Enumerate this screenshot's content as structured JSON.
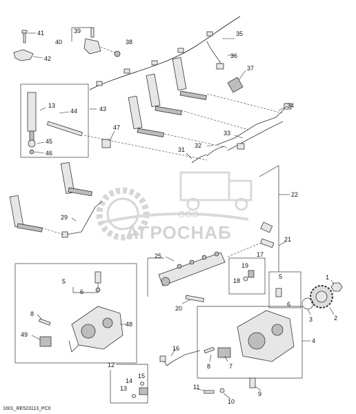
{
  "caption": "1601_RE523113_PC0",
  "watermark": {
    "company": "ООО",
    "brand": "АГРОСНАБ"
  },
  "callouts": [
    {
      "id": "c41",
      "text": "41"
    },
    {
      "id": "c42",
      "text": "42"
    },
    {
      "id": "c39",
      "text": "39"
    },
    {
      "id": "c40",
      "text": "40"
    },
    {
      "id": "c38",
      "text": "38"
    },
    {
      "id": "c35",
      "text": "35"
    },
    {
      "id": "c36",
      "text": "36"
    },
    {
      "id": "c37",
      "text": "37"
    },
    {
      "id": "c13",
      "text": "13"
    },
    {
      "id": "c44",
      "text": "44"
    },
    {
      "id": "c43",
      "text": "43"
    },
    {
      "id": "c45",
      "text": "45"
    },
    {
      "id": "c46",
      "text": "46"
    },
    {
      "id": "c47",
      "text": "47"
    },
    {
      "id": "c34",
      "text": "34"
    },
    {
      "id": "c33",
      "text": "33"
    },
    {
      "id": "c32",
      "text": "32"
    },
    {
      "id": "c31",
      "text": "31"
    },
    {
      "id": "c22",
      "text": "22"
    },
    {
      "id": "c29",
      "text": "29"
    },
    {
      "id": "c21",
      "text": "21"
    },
    {
      "id": "c25",
      "text": "25"
    },
    {
      "id": "c19",
      "text": "19"
    },
    {
      "id": "c17",
      "text": "17"
    },
    {
      "id": "c18",
      "text": "18"
    },
    {
      "id": "c20",
      "text": "20"
    },
    {
      "id": "c1",
      "text": "1"
    },
    {
      "id": "c2",
      "text": "2"
    },
    {
      "id": "c3",
      "text": "3"
    },
    {
      "id": "c4",
      "text": "4"
    },
    {
      "id": "c5a",
      "text": "5"
    },
    {
      "id": "c6a",
      "text": "6"
    },
    {
      "id": "c5b",
      "text": "5"
    },
    {
      "id": "c6b",
      "text": "6"
    },
    {
      "id": "c8a",
      "text": "8"
    },
    {
      "id": "c48",
      "text": "48"
    },
    {
      "id": "c49",
      "text": "49"
    },
    {
      "id": "c16",
      "text": "16"
    },
    {
      "id": "c8b",
      "text": "8"
    },
    {
      "id": "c7",
      "text": "7"
    },
    {
      "id": "c12",
      "text": "12"
    },
    {
      "id": "c14",
      "text": "14"
    },
    {
      "id": "c15",
      "text": "15"
    },
    {
      "id": "c13b",
      "text": "13"
    },
    {
      "id": "c11",
      "text": "11"
    },
    {
      "id": "c10",
      "text": "10"
    },
    {
      "id": "c9",
      "text": "9"
    }
  ],
  "colors": {
    "ink": "#333333",
    "part": "#e6e6e6",
    "shade": "#bdbdbd",
    "watermark": "#cfcfcf"
  }
}
